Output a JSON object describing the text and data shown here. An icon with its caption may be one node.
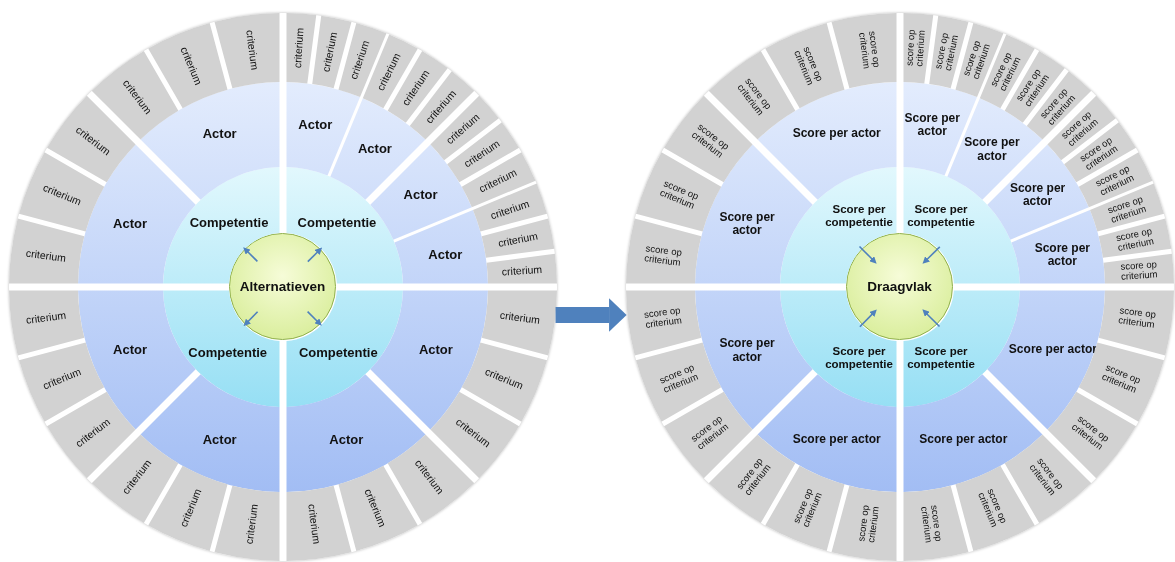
{
  "diagram": {
    "nodes": [
      {
        "text": [],
        "shape": "circle"
      },
      {
        "text": [
          "Alternatieven"
        ],
        "in": 0
      },
      {
        "text": [
          "Competentie"
        ],
        "in": 0
      },
      {
        "text": [
          "Competentie"
        ],
        "in": 0
      },
      {
        "text": [
          "Competentie"
        ],
        "in": 0
      },
      {
        "text": [
          "Competentie"
        ],
        "in": 0
      },
      {
        "text": [
          "Actor"
        ],
        "in": 0
      },
      {
        "text": [
          "Actor"
        ],
        "in": 0
      },
      {
        "text": [
          "Actor"
        ],
        "in": 0
      },
      {
        "text": [
          "Actor"
        ],
        "in": 0
      },
      {
        "text": [
          "Actor"
        ],
        "in": 0
      },
      {
        "text": [
          "Actor"
        ],
        "in": 0
      },
      {
        "text": [
          "Actor"
        ],
        "in": 0
      },
      {
        "text": [
          "Actor"
        ],
        "in": 0
      },
      {
        "text": [
          "Actor"
        ],
        "in": 0
      },
      {
        "text": [
          "Actor"
        ],
        "in": 0
      },
      {
        "text": [
          "criterium"
        ],
        "in": 0
      },
      {
        "text": [
          "criterium"
        ],
        "in": 0
      },
      {
        "text": [
          "criterium"
        ],
        "in": 0
      },
      {
        "text": [
          "criterium"
        ],
        "in": 0
      },
      {
        "text": [
          "criterium"
        ],
        "in": 0
      },
      {
        "text": [
          "criterium"
        ],
        "in": 0
      },
      {
        "text": [
          "criterium"
        ],
        "in": 0
      },
      {
        "text": [
          "criterium"
        ],
        "in": 0
      },
      {
        "text": [
          "criterium"
        ],
        "in": 0
      },
      {
        "text": [
          "criterium"
        ],
        "in": 0
      },
      {
        "text": [
          "criterium"
        ],
        "in": 0
      },
      {
        "text": [
          "criterium"
        ],
        "in": 0
      },
      {
        "text": [
          "criterium"
        ],
        "in": 0
      },
      {
        "text": [
          "criterium"
        ],
        "in": 0
      },
      {
        "text": [
          "criterium"
        ],
        "in": 0
      },
      {
        "text": [
          "criterium"
        ],
        "in": 0
      },
      {
        "text": [
          "criterium"
        ],
        "in": 0
      },
      {
        "text": [
          "criterium"
        ],
        "in": 0
      },
      {
        "text": [
          "criterium"
        ],
        "in": 0
      },
      {
        "text": [
          "criterium"
        ],
        "in": 0
      },
      {
        "text": [
          "criterium"
        ],
        "in": 0
      },
      {
        "text": [
          "criterium"
        ],
        "in": 0
      },
      {
        "text": [
          "criterium"
        ],
        "in": 0
      },
      {
        "text": [
          "criterium"
        ],
        "in": 0
      },
      {
        "text": [
          "criterium"
        ],
        "in": 0
      },
      {
        "text": [
          "criterium"
        ],
        "in": 0
      },
      {
        "text": [
          "criterium"
        ],
        "in": 0
      },
      {
        "text": [
          "criterium"
        ],
        "in": 0
      },
      {
        "text": [
          "criterium"
        ],
        "in": 0
      },
      {
        "text": [
          "criterium"
        ],
        "in": 0
      },
      {
        "text": [],
        "shape": "circle"
      },
      {
        "text": [
          "Draagvlak"
        ],
        "in": 46
      },
      {
        "text": [
          "Score per competentie"
        ],
        "in": 46
      },
      {
        "text": [
          "Score per competentie"
        ],
        "in": 46
      },
      {
        "text": [
          "Score per competentie"
        ],
        "in": 46
      },
      {
        "text": [
          "Score per competentie"
        ],
        "in": 46
      },
      {
        "text": [
          "Score per actor"
        ],
        "in": 46
      },
      {
        "text": [
          "Score per actor"
        ],
        "in": 46
      },
      {
        "text": [
          "Score per actor"
        ],
        "in": 46
      },
      {
        "text": [
          "Score per actor"
        ],
        "in": 46
      },
      {
        "text": [
          "Score per actor"
        ],
        "in": 46
      },
      {
        "text": [
          "Score per actor"
        ],
        "in": 46
      },
      {
        "text": [
          "Score per actor"
        ],
        "in": 46
      },
      {
        "text": [
          "Score per actor"
        ],
        "in": 46
      },
      {
        "text": [
          "Score per actor"
        ],
        "in": 46
      },
      {
        "text": [
          "Score per actor"
        ],
        "in": 46
      },
      {
        "text": [
          "score op criterium"
        ],
        "in": 46
      },
      {
        "text": [
          "score op criterium"
        ],
        "in": 46
      },
      {
        "text": [
          "score op criterium"
        ],
        "in": 46
      },
      {
        "text": [
          "score op criterium"
        ],
        "in": 46
      },
      {
        "text": [
          "score op criterium"
        ],
        "in": 46
      },
      {
        "text": [
          "score op criterium"
        ],
        "in": 46
      },
      {
        "text": [
          "score op criterium"
        ],
        "in": 46
      },
      {
        "text": [
          "score op criterium"
        ],
        "in": 46
      },
      {
        "text": [
          "score op criterium"
        ],
        "in": 46
      },
      {
        "text": [
          "score op criterium"
        ],
        "in": 46
      },
      {
        "text": [
          "score op criterium"
        ],
        "in": 46
      },
      {
        "text": [
          "score op criterium"
        ],
        "in": 46
      },
      {
        "text": [
          "score op criterium"
        ],
        "in": 46
      },
      {
        "text": [
          "score op criterium"
        ],
        "in": 46
      },
      {
        "text": [
          "score op criterium"
        ],
        "in": 46
      },
      {
        "text": [
          "score op criterium"
        ],
        "in": 46
      },
      {
        "text": [
          "score op criterium"
        ],
        "in": 46
      },
      {
        "text": [
          "score op criterium"
        ],
        "in": 46
      },
      {
        "text": [
          "score op criterium"
        ],
        "in": 46
      },
      {
        "text": [
          "score op criterium"
        ],
        "in": 46
      },
      {
        "text": [
          "score op criterium"
        ],
        "in": 46
      },
      {
        "text": [
          "score op criterium"
        ],
        "in": 46
      },
      {
        "text": [
          "score op criterium"
        ],
        "in": 46
      },
      {
        "text": [
          "score op criterium"
        ],
        "in": 46
      },
      {
        "text": [
          "score op criterium"
        ],
        "in": 46
      },
      {
        "text": [
          "score op criterium"
        ],
        "in": 46
      },
      {
        "text": [
          "score op criterium"
        ],
        "in": 46
      },
      {
        "text": [
          "score op criterium"
        ],
        "in": 46
      },
      {
        "text": [
          "score op criterium"
        ],
        "in": 46
      },
      {
        "text": [
          "score op criterium"
        ],
        "in": 46
      }
    ],
    "edges": [
      {
        "from": 0,
        "to": 46,
        "arrow": "to",
        "style": "thick"
      },
      {
        "from": 1,
        "to": 2,
        "arrow": "to"
      },
      {
        "from": 1,
        "to": 3,
        "arrow": "to"
      },
      {
        "from": 1,
        "to": 4,
        "arrow": "to"
      },
      {
        "from": 1,
        "to": 5,
        "arrow": "to"
      },
      {
        "from": 48,
        "to": 47,
        "arrow": "to"
      },
      {
        "from": 49,
        "to": 47,
        "arrow": "to"
      },
      {
        "from": 50,
        "to": 47,
        "arrow": "to"
      },
      {
        "from": 51,
        "to": 47,
        "arrow": "to"
      }
    ]
  }
}
